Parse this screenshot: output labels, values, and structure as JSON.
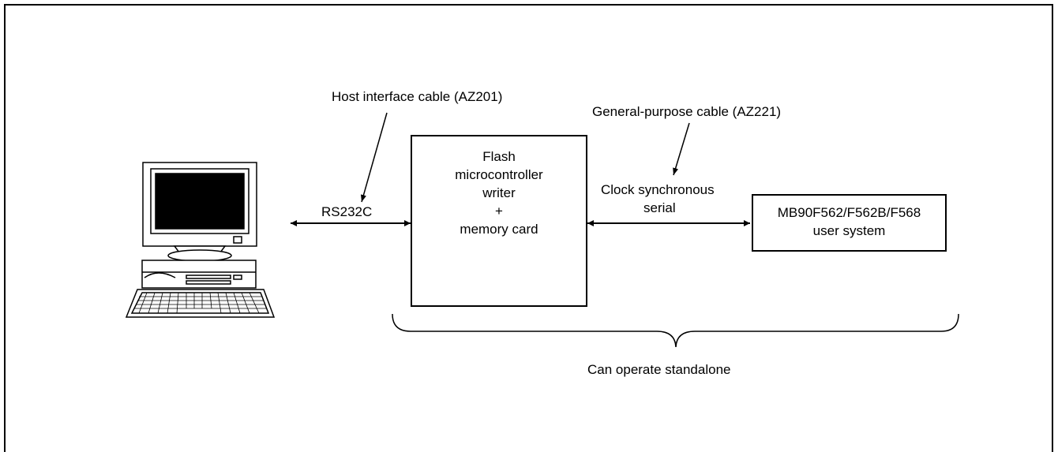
{
  "labels": {
    "host_cable": "Host interface cable (AZ201)",
    "general_cable": "General-purpose cable (AZ221)",
    "rs232c": "RS232C",
    "clock_line1": "Clock synchronous",
    "clock_line2": "serial",
    "standalone": "Can operate standalone"
  },
  "writer_box": {
    "line1": "Flash",
    "line2": "microcontroller",
    "line3": "writer",
    "line4": "+",
    "line5": "memory card"
  },
  "user_box": {
    "line1": "MB90F562/F562B/F568",
    "line2": "user system"
  },
  "icons": {
    "computer": "desktop-computer-icon"
  },
  "colors": {
    "stroke": "#000000",
    "background": "#ffffff"
  }
}
